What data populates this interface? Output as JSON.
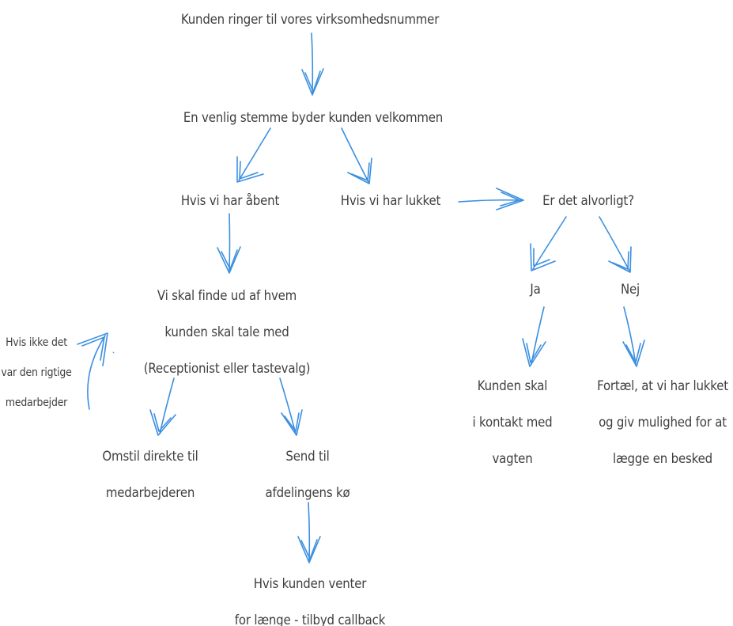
{
  "colors": {
    "text": "#3f3f3f",
    "arrow": "#3b8fe0"
  },
  "nodes": {
    "start": {
      "lines": [
        "Kunden ringer til vores virksomhedsnummer"
      ]
    },
    "welcome": {
      "lines": [
        "En venlig stemme byder kunden velkommen"
      ]
    },
    "open": {
      "lines": [
        "Hvis vi har åbent"
      ]
    },
    "closed": {
      "lines": [
        "Hvis vi har lukket"
      ]
    },
    "serious": {
      "lines": [
        "Er det alvorligt?"
      ]
    },
    "yes": {
      "lines": [
        "Ja"
      ]
    },
    "no": {
      "lines": [
        "Nej"
      ]
    },
    "find": {
      "lines": [
        "Vi skal finde ud af hvem",
        "kunden skal tale med",
        "(Receptionist eller tastevalg)"
      ]
    },
    "wrong": {
      "lines": [
        "Hvis ikke det",
        "var den rigtige",
        "medarbejder"
      ]
    },
    "direct": {
      "lines": [
        "Omstil direkte til",
        "medarbejderen"
      ]
    },
    "queue": {
      "lines": [
        "Send til",
        "afdelingens kø"
      ]
    },
    "callback": {
      "lines": [
        "Hvis kunden venter",
        "for længe - tilbyd callback"
      ]
    },
    "guard": {
      "lines": [
        "Kunden skal",
        "i kontakt med",
        "vagten"
      ]
    },
    "message": {
      "lines": [
        "Fortæl, at vi har lukket",
        "og giv mulighed for at",
        "lægge en besked"
      ]
    }
  }
}
